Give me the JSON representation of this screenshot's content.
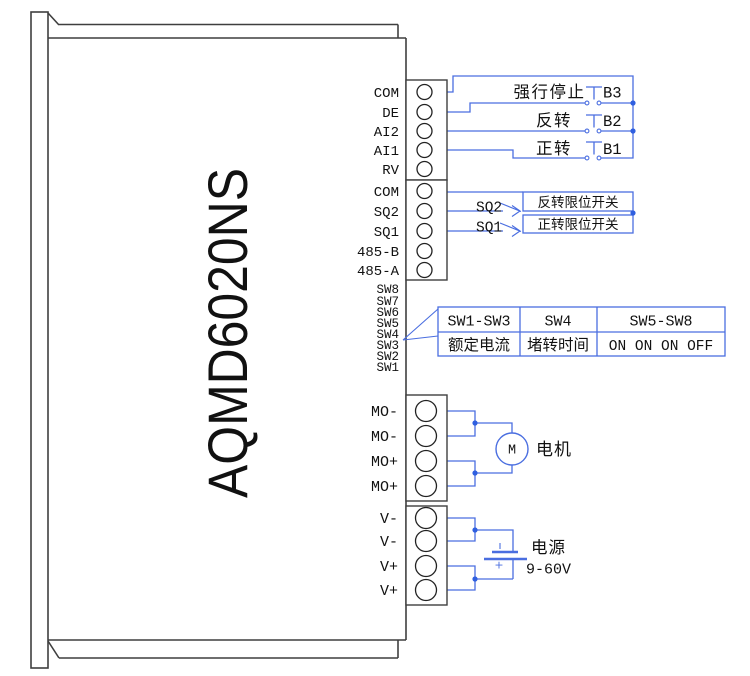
{
  "device": {
    "model": "AQMD6020NS"
  },
  "terminal_labels": {
    "control_block_a": [
      "COM",
      "DE",
      "AI2",
      "AI1",
      "RV"
    ],
    "control_block_b": [
      "COM",
      "SQ2",
      "SQ1",
      "485-B",
      "485-A"
    ],
    "dip": [
      "SW8",
      "SW7",
      "SW6",
      "SW5",
      "SW4",
      "SW3",
      "SW2",
      "SW1"
    ],
    "motor": [
      "MO-",
      "MO-",
      "MO+",
      "MO+"
    ],
    "power": [
      "V-",
      "V-",
      "V+",
      "V+"
    ]
  },
  "buttons": [
    {
      "label": "强行停止",
      "name": "B3"
    },
    {
      "label": "反转",
      "name": "B2"
    },
    {
      "label": "正转",
      "name": "B1"
    }
  ],
  "limit_switches": [
    {
      "id": "SQ2",
      "label": "反转限位开关"
    },
    {
      "id": "SQ1",
      "label": "正转限位开关"
    }
  ],
  "dip_table": {
    "headers": [
      "SW1-SW3",
      "SW4",
      "SW5-SW8"
    ],
    "row": [
      "额定电流",
      "堵转时间",
      "ON ON ON OFF"
    ]
  },
  "motor": {
    "symbol": "M",
    "label": "电机"
  },
  "power": {
    "label": "电源",
    "voltage": "9-60V",
    "plus": "+"
  },
  "colors": {
    "wire": "#4a6ee0",
    "junction": "#2f5fe0",
    "outline": "#3f3f3f",
    "ink": "#111111"
  }
}
